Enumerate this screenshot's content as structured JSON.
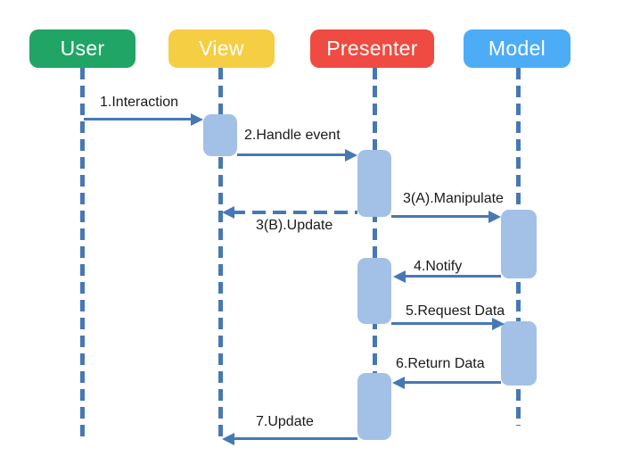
{
  "diagram": {
    "type": "sequence",
    "pattern": "Model-View-Presenter",
    "actors": [
      {
        "id": "user",
        "label": "User",
        "color": "#21A567"
      },
      {
        "id": "view",
        "label": "View",
        "color": "#F6CE44"
      },
      {
        "id": "presenter",
        "label": "Presenter",
        "color": "#F04B42"
      },
      {
        "id": "model",
        "label": "Model",
        "color": "#4DACF6"
      }
    ],
    "messages": [
      {
        "label": "1.Interaction",
        "from": "User",
        "to": "View",
        "line": "solid"
      },
      {
        "label": "2.Handle event",
        "from": "View",
        "to": "Presenter",
        "line": "solid"
      },
      {
        "label": "3(A).Manipulate",
        "from": "Presenter",
        "to": "Model",
        "line": "solid"
      },
      {
        "label": "3(B).Update",
        "from": "Presenter",
        "to": "View",
        "line": "dashed"
      },
      {
        "label": "4.Notify",
        "from": "Model",
        "to": "Presenter",
        "line": "solid"
      },
      {
        "label": "5.Request Data",
        "from": "Presenter",
        "to": "Model",
        "line": "solid"
      },
      {
        "label": "6.Return Data",
        "from": "Model",
        "to": "Presenter",
        "line": "solid"
      },
      {
        "label": "7.Update",
        "from": "Presenter",
        "to": "View",
        "line": "solid"
      }
    ],
    "colors": {
      "lifeline_and_arrows": "#4678B5",
      "activation_bar": "#A3C1E7",
      "message_text": "#1A1A1A",
      "actor_text": "#FFFFFF",
      "background": "#FFFFFF"
    }
  }
}
